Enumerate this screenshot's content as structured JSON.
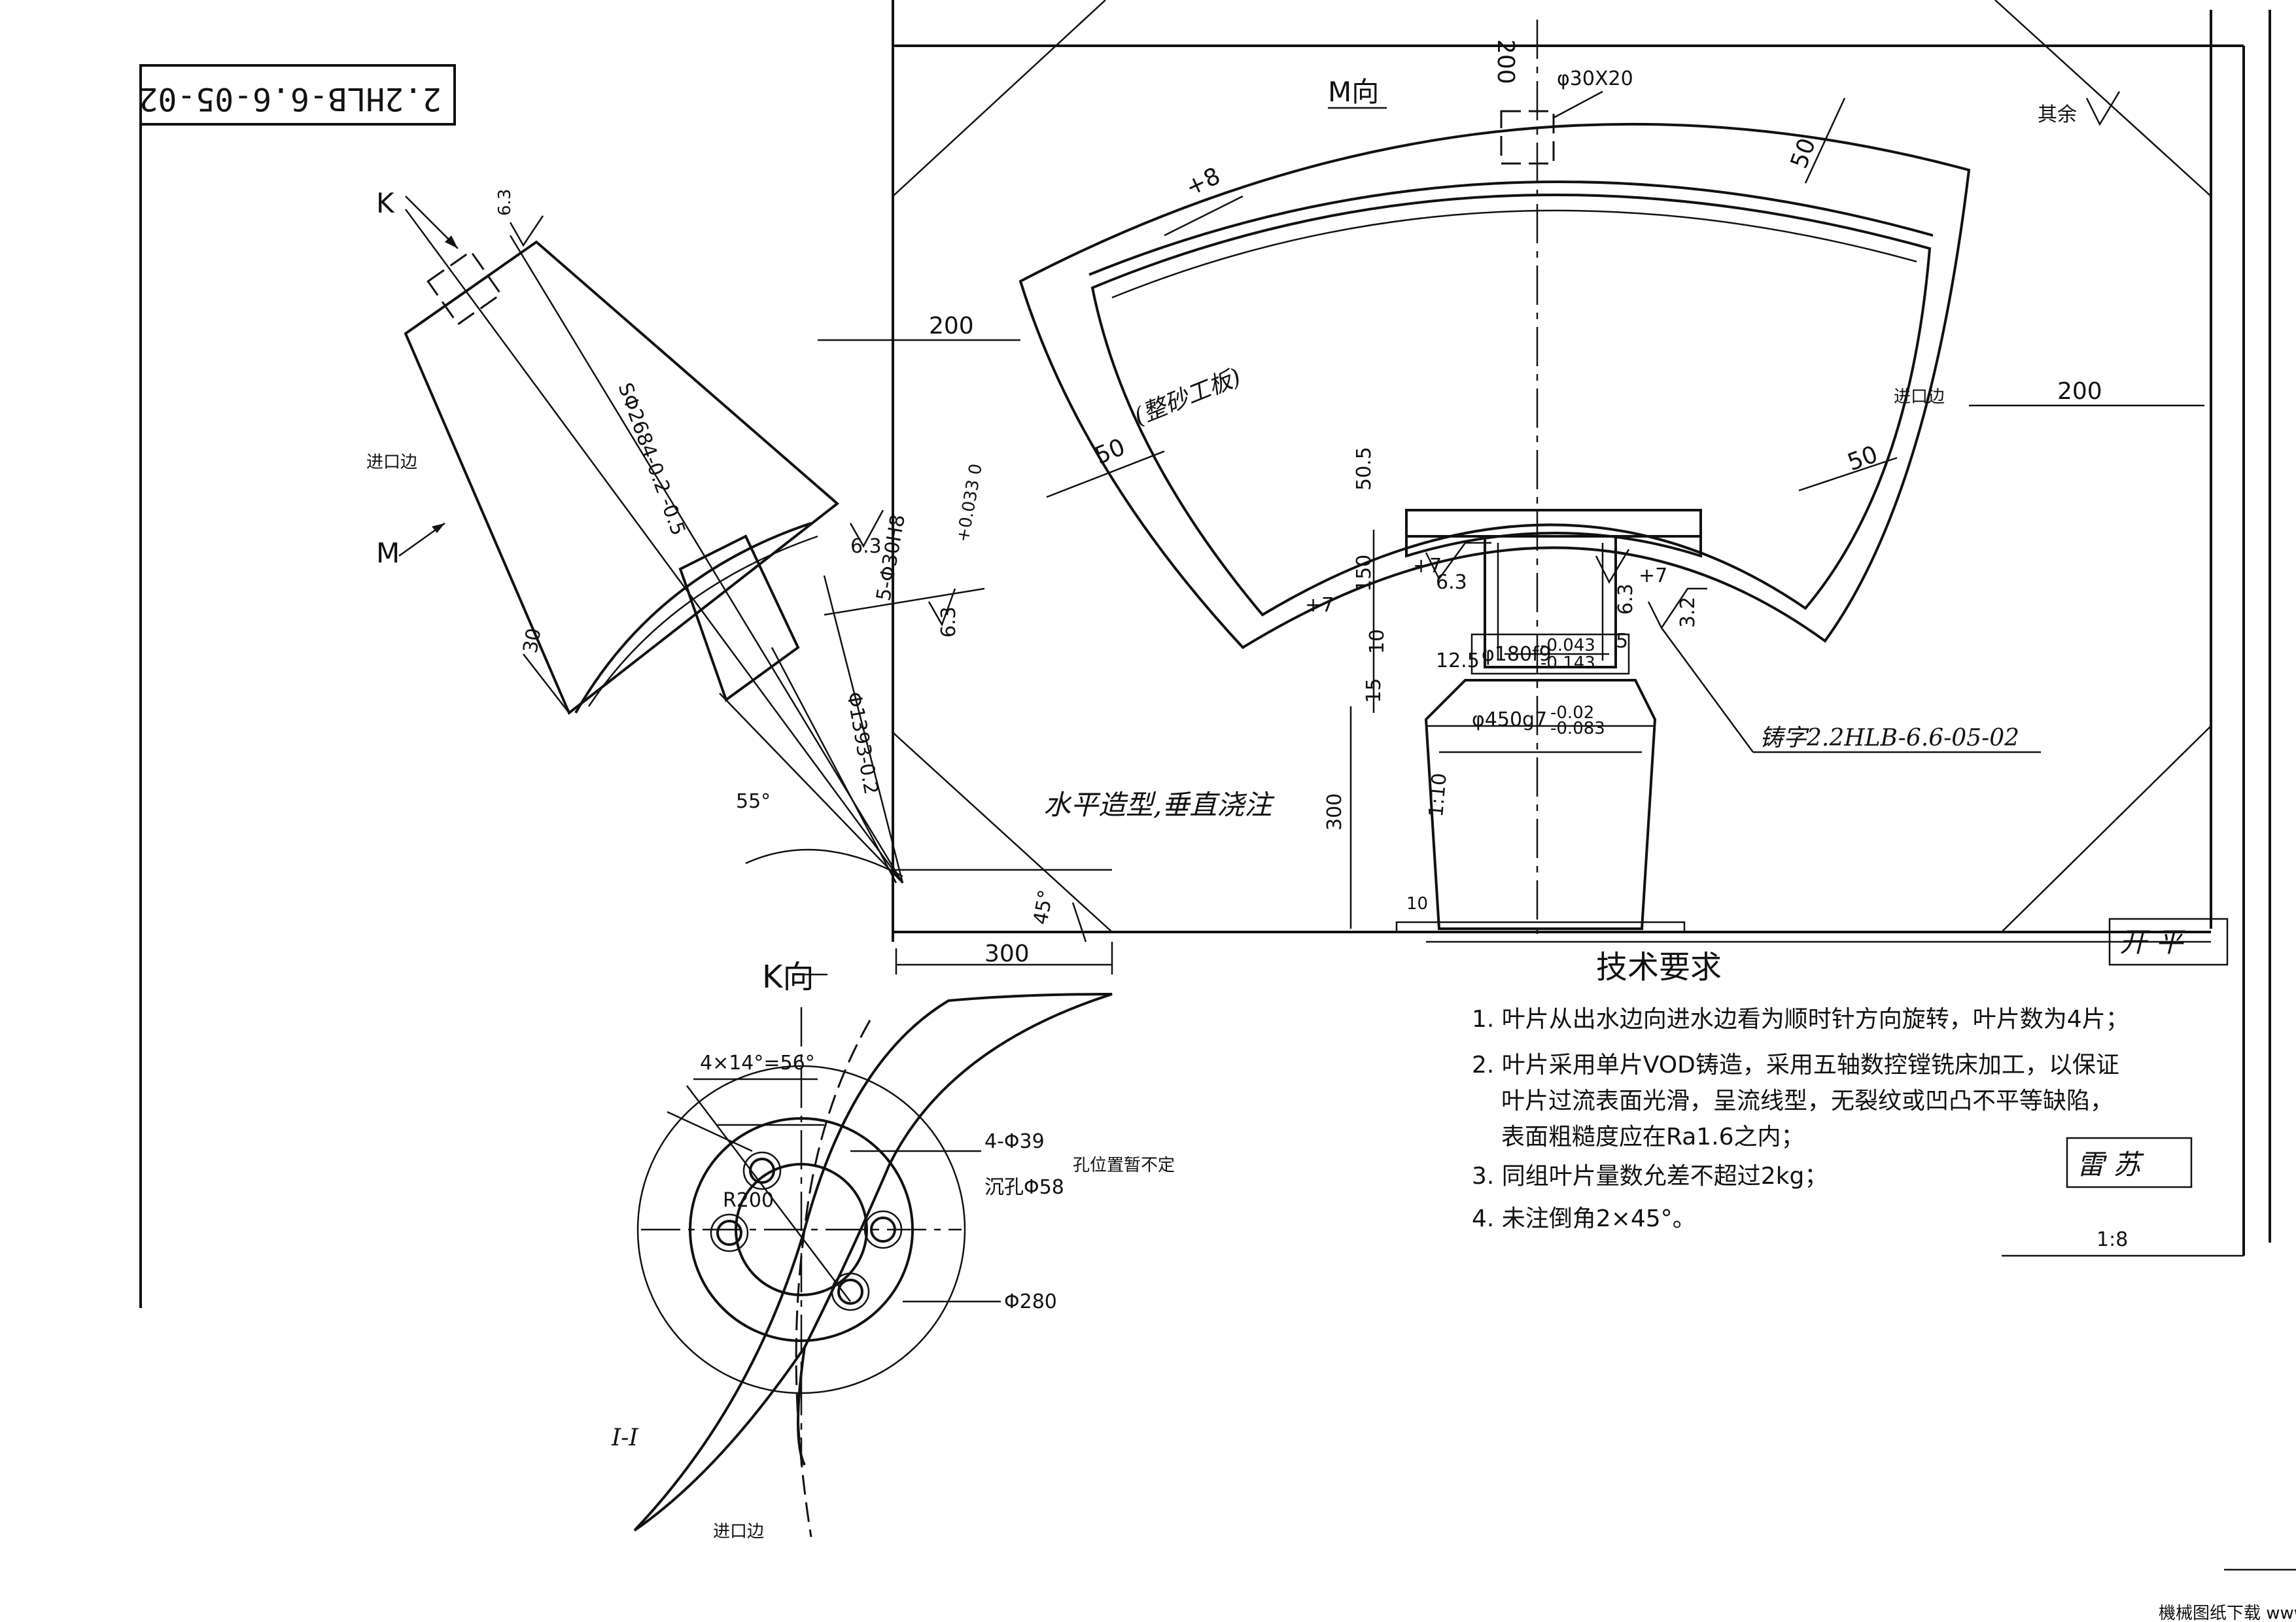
{
  "drawing_number": "2.2HLB-6.6-05-02",
  "main_view": {
    "view_label": "M向",
    "other_surfaces": "其余",
    "note_inner": "(整砂工板)",
    "label_inlet": "进口边",
    "casting_text": "铸字2.2HLB-6.6-05-02",
    "process_note": "水平造型,垂直浇注",
    "dim_200_top": "200",
    "dim_200_left": "200",
    "dim_200_right": "200",
    "dim_50_top": "50",
    "dim_50_left": "50",
    "dim_50_right": "50",
    "dim_30x20": "φ30X20",
    "dim_8": "+8",
    "dim_7a": "+7",
    "dim_7b": "+7",
    "dim_7c": "+7",
    "dim_505": "50.5",
    "dim_150": "150",
    "dim_10a": "10",
    "dim_125": "12.5",
    "dim_15": "15",
    "dim_phi180": "φ180f9",
    "tol_phi180_up": "-0.043",
    "tol_phi180_lo": "-0.143",
    "dim_5": "5",
    "dim_phi450": "φ450g7",
    "tol_phi450_up": "-0.02",
    "tol_phi450_lo": "-0.083",
    "dim_110": "1:10",
    "dim_300_v": "300",
    "dim_10b": "10",
    "dim_300_h": "300",
    "dim_45": "45°",
    "ra_63a": "6.3",
    "ra_63b": "6.3",
    "ra_32": "3.2"
  },
  "side_view": {
    "label_k": "K",
    "label_m": "M",
    "label_inlet": "进口边",
    "dim_sphere": "SΦ2684-0.2 -0.5",
    "dim_holes": "5-Φ30H8",
    "tol_holes": "+0.033 0",
    "dim_phi1393": "Φ1393-0.2",
    "dim_30": "30",
    "dim_55": "55°",
    "ra_63a": "6.3",
    "ra_63b": "6.3",
    "ra_63c": "6.3"
  },
  "k_view": {
    "title": "K向",
    "dim_angle": "4×14°=56°",
    "dim_r200": "R200",
    "dim_holes": "4-Φ39",
    "dim_counterbore": "沉孔Φ58",
    "hole_note": "孔位置暂不定",
    "dim_phi280": "Φ280",
    "label_inlet": "进口边",
    "mark_cut": "Ⅰ-Ⅰ"
  },
  "tech_requirements": {
    "title": "技术要求",
    "items": [
      "1. 叶片从出水边向进水边看为顺时针方向旋转，叶片数为4片；",
      "2. 叶片采用单片VOD铸造，采用五轴数控镗铣床加工，以保证",
      "叶片过流表面光滑，呈流线型，无裂纹或凹凸不平等缺陷，",
      "表面粗糙度应在Ra1.6之内；",
      "3. 同组叶片量数允差不超过2kg；",
      "4. 未注倒角2×45°。"
    ]
  },
  "title_block": {
    "stamp_a": "开 平",
    "stamp_b": "雷 苏",
    "scale_note": "1:8",
    "watermark": "機械图纸下载 www.jixietuzhi.cn"
  }
}
